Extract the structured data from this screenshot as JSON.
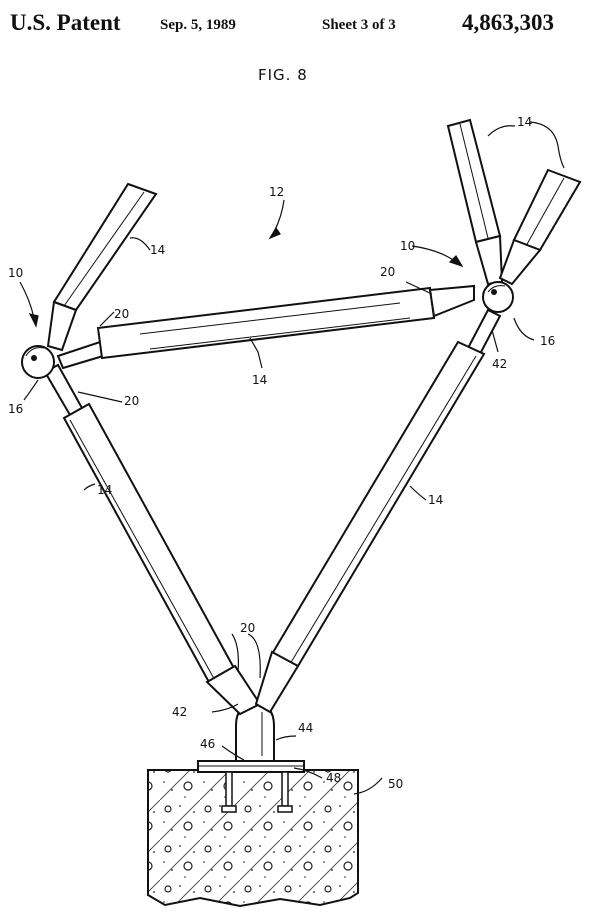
{
  "header": {
    "patent_label": "U.S. Patent",
    "date": "Sep. 5, 1989",
    "sheet": "Sheet 3 of 3",
    "patent_number": "4,863,303"
  },
  "figure": {
    "title": "FIG. 8",
    "labels": {
      "l12": "12",
      "l10_left": "10",
      "l10_right": "10",
      "l14_tl": "14",
      "l14_tr": "14",
      "l14_top": "14",
      "l14_left": "14",
      "l14_right": "14",
      "l20_left": "20",
      "l20_mid": "20",
      "l20_leftlow": "20",
      "l20_bottom": "20",
      "l16_left": "16",
      "l16_right": "16",
      "l42_right": "42",
      "l42_bottom": "42",
      "l44": "44",
      "l46": "46",
      "l48": "48",
      "l50": "50"
    }
  }
}
